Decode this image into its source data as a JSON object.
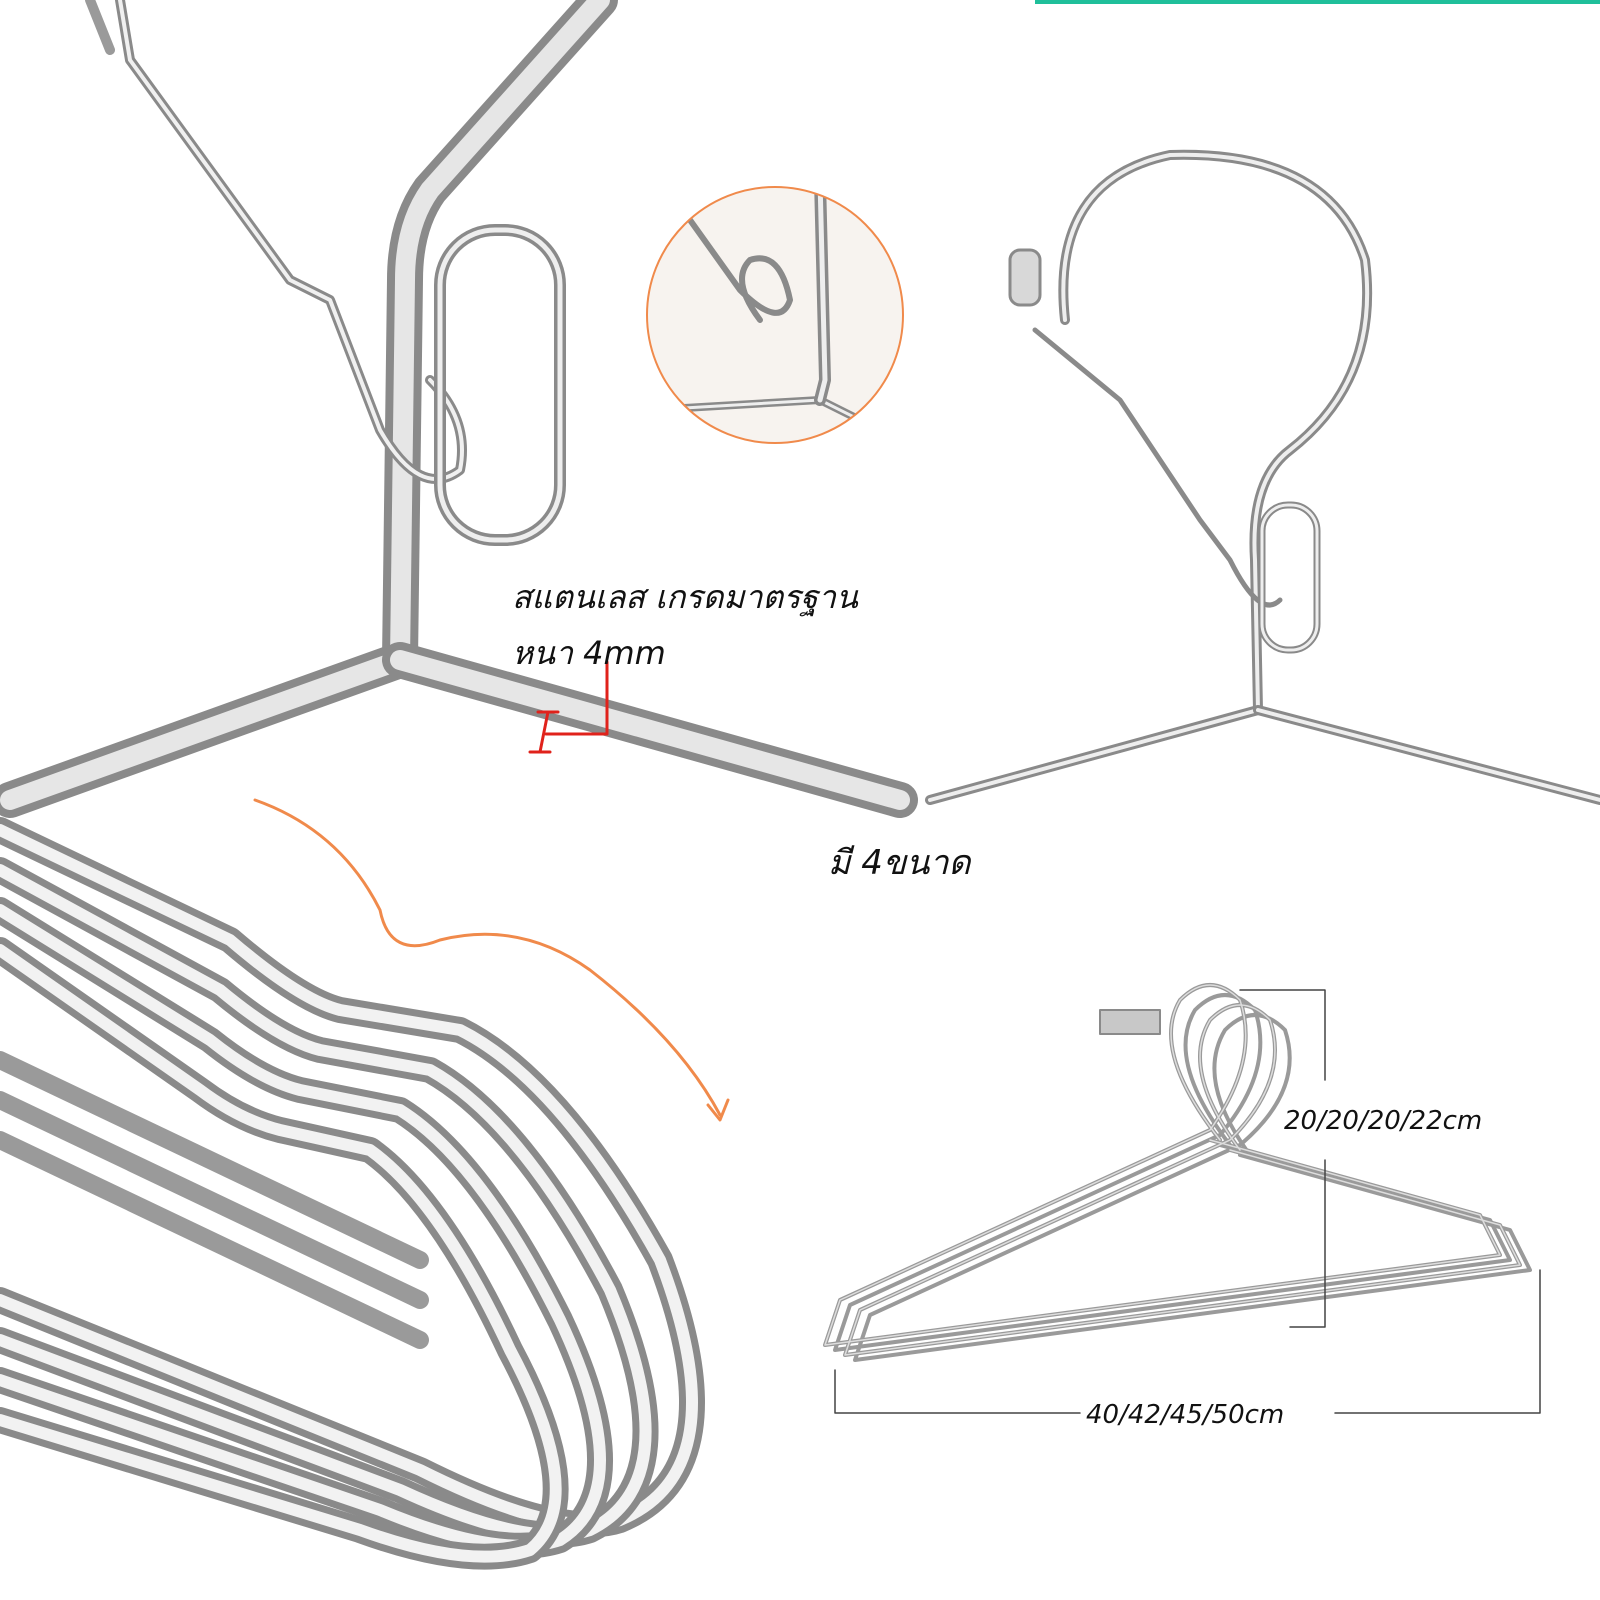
{
  "annotations": {
    "material_line_1": "สแตนเลส เกรดมาตรฐาน",
    "material_line_2": "หนา 4mm",
    "sizes_heading": "มี 4ขนาด",
    "height_dimensions": "20/20/20/22cm",
    "width_dimensions": "40/42/45/50cm"
  },
  "colors": {
    "steel": "#b8b8b8",
    "steel_highlight": "#f2f2f2",
    "steel_shadow": "#8a8a8a",
    "accent_orange": "#f08a4b",
    "thickness_marker": "#e0221b",
    "accent_teal": "#1fbf9a",
    "dimension_line": "#444444"
  }
}
